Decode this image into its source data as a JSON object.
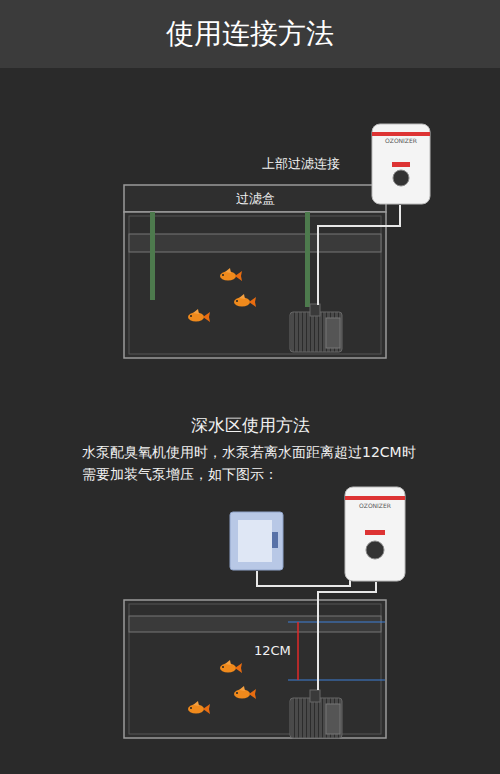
{
  "diagram": {
    "title": "使用连接方法",
    "nodes": [
      {
        "text": [
          "过滤盒"
        ]
      },
      {
        "text": [
          "OZONIZER"
        ]
      },
      {
        "text": [
          "OZONIZER"
        ]
      }
    ],
    "labels": [
      "上部过滤连接",
      "深水区使用方法",
      "水泵配臭氧机使用时，水泵若离水面距离超过12CM时 需要加装气泵增压，如下图示：",
      "12CM"
    ]
  }
}
